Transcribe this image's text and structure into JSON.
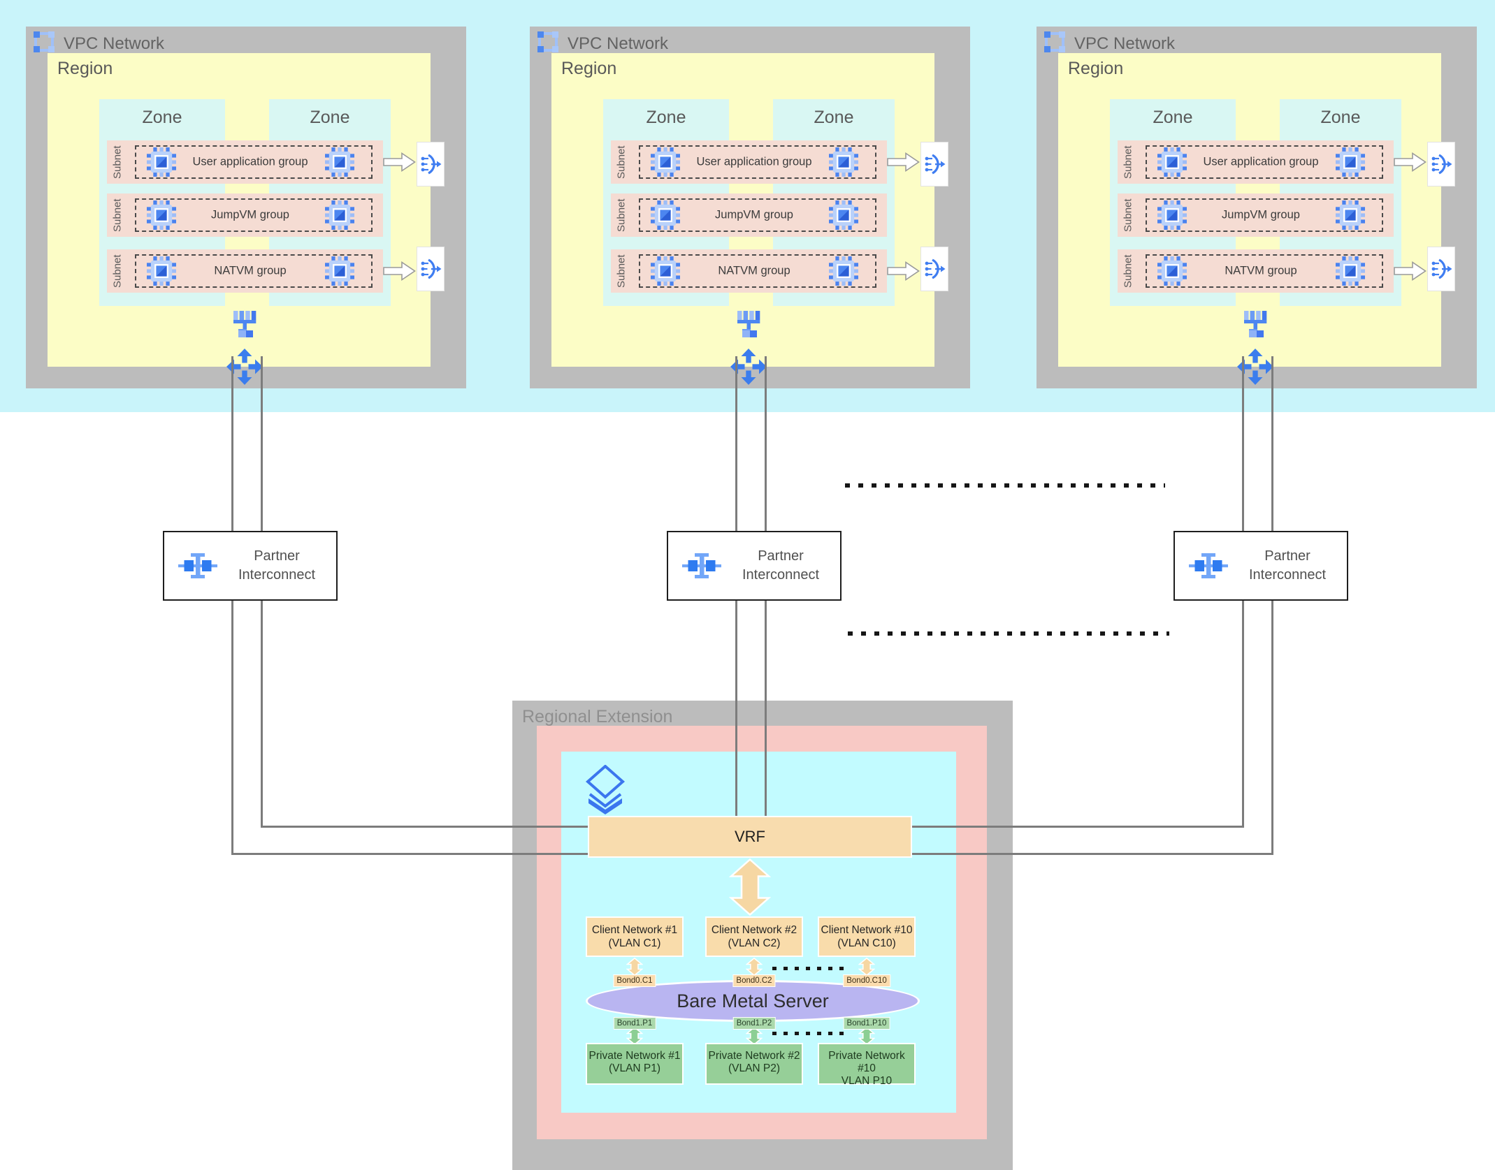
{
  "colors": {
    "band_cyan": "#c9f4fa",
    "vpc_gray": "#bcbcbc",
    "region_yellow": "#fcfdc6",
    "zone_cyan": "#d9f7f3",
    "subnet_pink": "#f5dcd3",
    "ext_pink": "#f8c9c5",
    "ext_cyan": "#c2fbff",
    "accent_blue": "#3b7ded",
    "orange": "#f8dcae",
    "green": "#96cf98",
    "lavender": "#b9b5f1",
    "line_gray": "#7c7c7c"
  },
  "icons": {
    "vpc": "vpc-network-icon",
    "vm": "vm-instance-icon",
    "nat": "cloud-nat-icon",
    "tree": "network-switch-icon",
    "router": "cloud-router-icon",
    "interconnect": "partner-interconnect-icon",
    "layers": "layers-stack-icon"
  },
  "vpc": {
    "label": "VPC Network",
    "region_label": "Region",
    "zone_label": "Zone",
    "subnet_label": "Subnet",
    "groups": [
      "User application group",
      "JumpVM group",
      "NATVM group"
    ]
  },
  "interconnect": {
    "line1": "Partner",
    "line2": "Interconnect"
  },
  "extension": {
    "title": "Regional Extension",
    "vrf": "VRF",
    "server": "Bare Metal Server",
    "client_networks": [
      {
        "name": "Client Network #1",
        "vlan": "(VLAN C1)",
        "bond": "Bond0.C1"
      },
      {
        "name": "Client Network #2",
        "vlan": "(VLAN C2)",
        "bond": "Bond0.C2"
      },
      {
        "name": "Client Network #10",
        "vlan": "(VLAN C10)",
        "bond": "Bond0.C10"
      }
    ],
    "private_networks": [
      {
        "name": "Private Network #1",
        "vlan": "(VLAN P1)",
        "bond": "Bond1.P1"
      },
      {
        "name": "Private Network #2",
        "vlan": "(VLAN P2)",
        "bond": "Bond1.P2"
      },
      {
        "name": "Private Network #10",
        "vlan": "VLAN P10",
        "bond": "Bond1.P10"
      }
    ]
  }
}
